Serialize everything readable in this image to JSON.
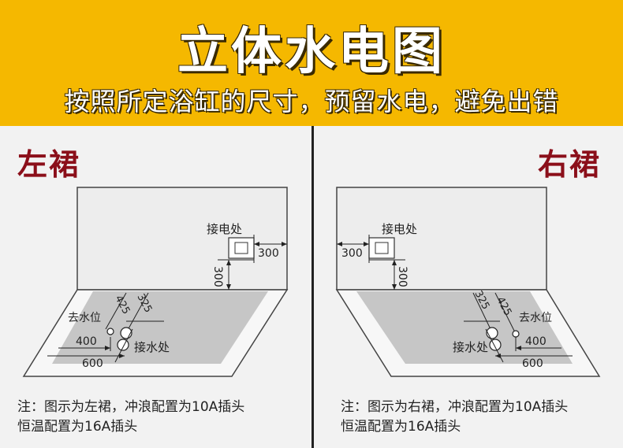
{
  "header": {
    "title": "立体水电图",
    "subtitle": "按照所定浴缸的尺寸，预留水电，避免出错"
  },
  "colors": {
    "banner": "#f5b800",
    "side_title": "#8b0f1a",
    "floor": "#c6c6c6",
    "wall": "#ededed",
    "line": "#222222"
  },
  "left_panel": {
    "title": "左裙",
    "power_label": "接电处",
    "inlet_label": "接水处",
    "drain_label": "去水位",
    "dim_power_h": "300",
    "dim_power_v": "300",
    "dim_425": "425",
    "dim_325": "325",
    "dim_400": "400",
    "dim_600": "600",
    "note_line1": "注：图示为左裙，冲浪配置为10A插头",
    "note_line2": "恒温配置为16A插头"
  },
  "right_panel": {
    "title": "右裙",
    "power_label": "接电处",
    "inlet_label": "接水处",
    "drain_label": "去水位",
    "dim_power_h": "300",
    "dim_power_v": "300",
    "dim_425": "425",
    "dim_325": "325",
    "dim_400": "400",
    "dim_600": "600",
    "note_line1": "注：图示为右裙，冲浪配置为10A插头",
    "note_line2": "恒温配置为16A插头"
  }
}
